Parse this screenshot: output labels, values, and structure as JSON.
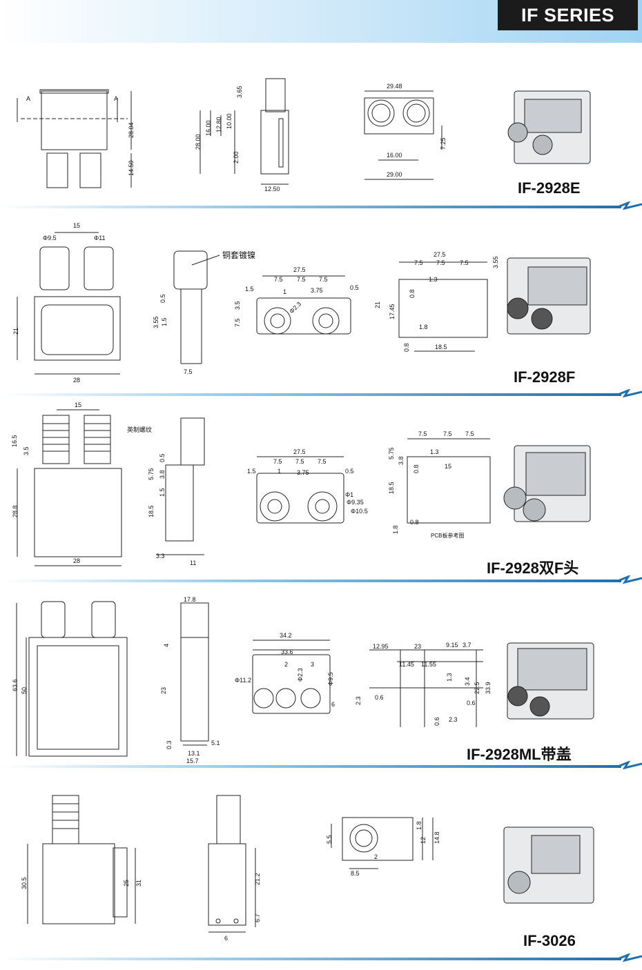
{
  "header": {
    "title": "IF SERIES"
  },
  "sections": [
    {
      "model": "IF-2928E",
      "dims": [
        "A",
        "A",
        "28.04",
        "14.50",
        "3.65",
        "16.00",
        "12.80",
        "10.00",
        "28.00",
        "2.00",
        "12.50",
        "29.48",
        "16.00",
        "7.25",
        "29.00"
      ]
    },
    {
      "model": "IF-2928F",
      "note": "铜套镀镍",
      "dims": [
        "15",
        "Φ9.5",
        "Φ11",
        "21",
        "28",
        "0.5",
        "3.55",
        "1.5",
        "7.5",
        "27.5",
        "1.5",
        "7.5",
        "7.5",
        "7.5",
        "0.5",
        "1",
        "3.75",
        "3.5",
        "7.5",
        "Φ2.3",
        "27.5",
        "7.5",
        "7.5",
        "7.5",
        "3.55",
        "1.3",
        "0.8",
        "21",
        "17.45",
        "1.8",
        "0.8",
        "18.5"
      ]
    },
    {
      "model": "IF-2928双F头",
      "note": "英制螺纹",
      "pcb_note": "PCB板参考图",
      "dims": [
        "15",
        "16.5",
        "3.5",
        "28.8",
        "28",
        "0.5",
        "5.75",
        "3.8",
        "1.5",
        "18.5",
        "3.3",
        "11",
        "27.5",
        "7.5",
        "7.5",
        "7.5",
        "1.5",
        "1",
        "3.75",
        "0.5",
        "Φ1",
        "Φ9.35",
        "Φ10.5",
        "7.5",
        "7.5",
        "7.5",
        "5.75",
        "3.8",
        "1.3",
        "0.8",
        "15",
        "18.5",
        "1.8",
        "0.8"
      ]
    },
    {
      "model": "IF-2928ML带盖",
      "dims": [
        "63.6",
        "50",
        "17.8",
        "4",
        "23",
        "0.3",
        "13.1",
        "5.1",
        "15.7",
        "34.2",
        "33.6",
        "Φ11.2",
        "2",
        "Φ2.3",
        "3",
        "Φ9.5",
        "6",
        "12.95",
        "23",
        "9.15",
        "3.7",
        "11.45",
        "11.55",
        "1.3",
        "3.4",
        "22.5",
        "33.9",
        "2.3",
        "0.6",
        "0.6",
        "0.6",
        "2.3"
      ]
    },
    {
      "model": "IF-3026",
      "dims": [
        "30.5",
        "25",
        "31",
        "21.2",
        "6.7",
        "6",
        "1.8",
        "12",
        "14.8",
        "5.5",
        "2",
        "8.5"
      ]
    }
  ]
}
